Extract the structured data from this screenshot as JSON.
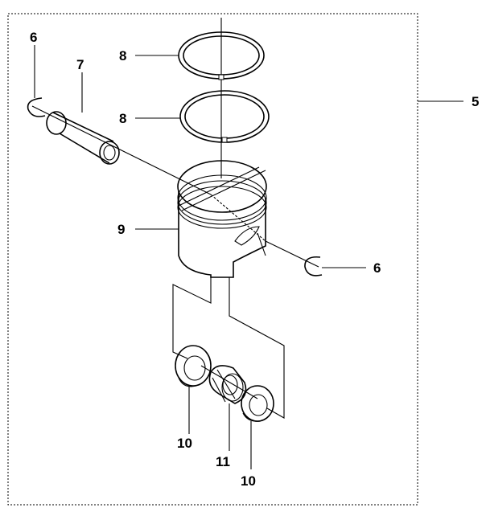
{
  "callouts": {
    "c6_left": "6",
    "c7": "7",
    "c8_top": "8",
    "c8_bottom": "8",
    "c5": "5",
    "c9": "9",
    "c6_right": "6",
    "c10_left": "10",
    "c11": "11",
    "c10_right": "10"
  }
}
